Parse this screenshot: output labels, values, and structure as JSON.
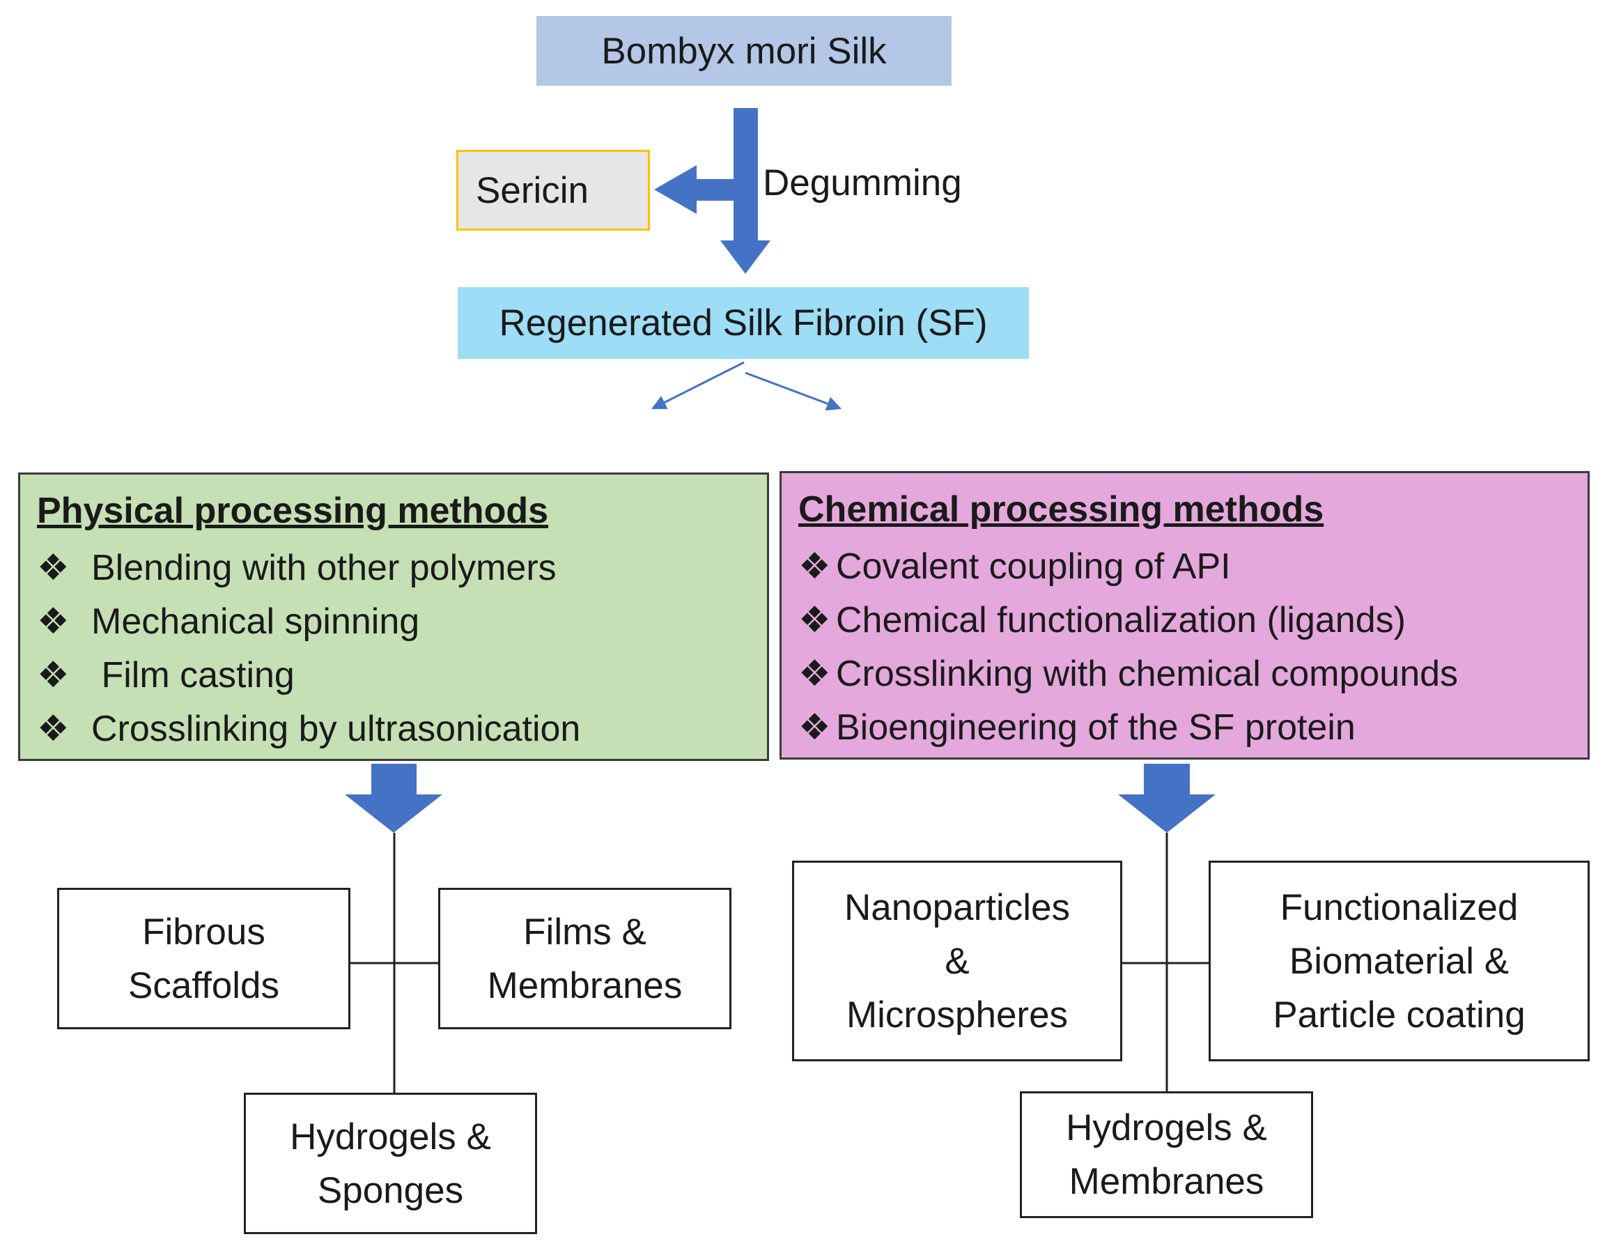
{
  "source": {
    "label": "Bombyx mori Silk"
  },
  "byproduct": {
    "label": "Sericin"
  },
  "process": {
    "label": "Degumming"
  },
  "intermediate": {
    "label": "Regenerated Silk Fibroin (SF)"
  },
  "physical": {
    "title": "Physical processing methods",
    "bullet": "❖",
    "items": [
      "Blending with other polymers",
      "Mechanical spinning",
      " Film casting",
      "Crosslinking by ultrasonication"
    ],
    "products": [
      "Fibrous\nScaffolds",
      "Films &\nMembranes",
      "Hydrogels &\nSponges"
    ]
  },
  "chemical": {
    "title": "Chemical processing methods",
    "bullet": "❖",
    "items": [
      "Covalent coupling of API",
      "Chemical functionalization (ligands)",
      "Crosslinking with chemical compounds",
      "Bioengineering of the SF protein"
    ],
    "products": [
      "Nanoparticles\n&\nMicrospheres",
      "Functionalized\nBiomaterial &\nParticle coating",
      "Hydrogels &\nMembranes"
    ]
  },
  "colors": {
    "arrow": "#4472c4",
    "source_fill": "#b4c7e7",
    "sericin_fill": "#e7e6e6",
    "sericin_border": "#ffc000",
    "sf_fill": "#9dddf5",
    "physical_fill": "#c5e0b4",
    "chemical_fill": "#e4a8dc"
  }
}
